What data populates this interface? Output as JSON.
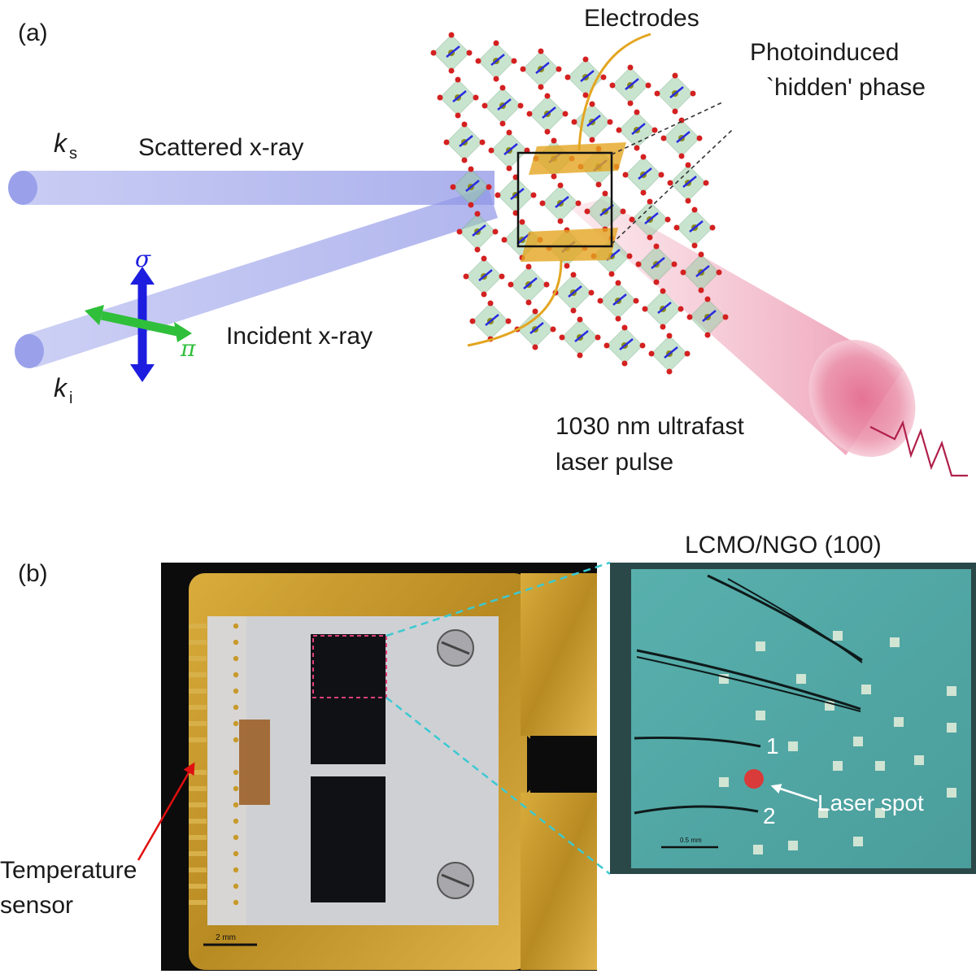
{
  "panel_a": {
    "tag": "(a)",
    "electrodes": "Electrodes",
    "hidden_phase_1": "Photoinduced",
    "hidden_phase_2": "`hidden' phase",
    "ks_k": "k",
    "ks_sub": "s",
    "scattered": "Scattered x-ray",
    "ki_k": "k",
    "ki_sub": "i",
    "incident": "Incident x-ray",
    "sigma": "σ",
    "pi": "π",
    "laser_1": "1030 nm ultrafast",
    "laser_2": "laser pulse",
    "colors": {
      "xray_beam": "#aab0ea",
      "laser_beam": "#e87a9a",
      "sigma_arrow": "#1d1de0",
      "pi_arrow": "#2fbf3a",
      "electrode": "#e3a520",
      "octahedron": "#9ccfa9"
    }
  },
  "panel_b": {
    "tag": "(b)",
    "inset_title": "LCMO/NGO (100)",
    "temp_1": "Temperature",
    "temp_2": "sensor",
    "scale_left": "2 mm",
    "scale_right": "0.5 mm",
    "point_1": "1",
    "point_2": "2",
    "laser_spot": "Laser spot",
    "colors": {
      "gold_holder": "#c99a2e",
      "inset_bg": "#4fa6a4",
      "laser_spot": "#d93a3a",
      "red_arrow": "#e01010",
      "dashed_cyan": "#3cc9d1",
      "dashed_pink": "#e0407a"
    }
  }
}
